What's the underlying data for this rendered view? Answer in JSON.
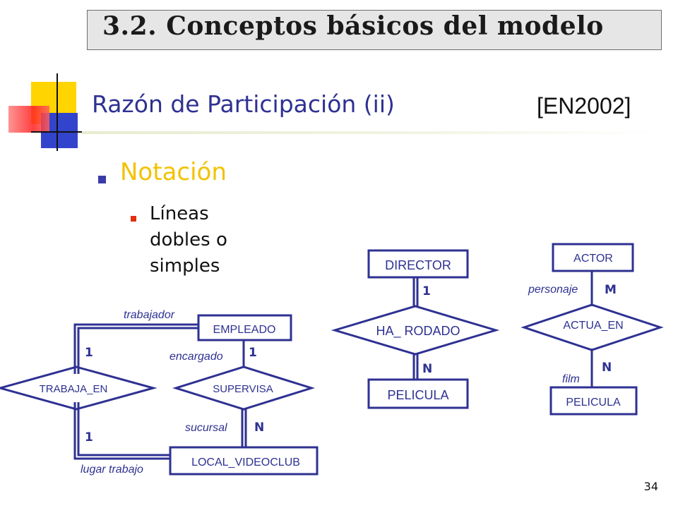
{
  "header": {
    "title": "3.2. Conceptos básicos del modelo",
    "subtitle": "Razón de Participación (ii)",
    "reference": "[EN2002]"
  },
  "content": {
    "bullet1": "Notación",
    "bullet2": "Líneas dobles o simples"
  },
  "diagram1": {
    "entity_empleado": "EMPLEADO",
    "entity_local": "LOCAL_VIDEOCLUB",
    "rel_trabaja": "TRABAJA_EN",
    "rel_supervisa": "SUPERVISA",
    "role_trabajador": "trabajador",
    "role_encargado": "encargado",
    "role_sucursal": "sucursal",
    "role_lugar": "lugar  trabajo",
    "card_trabaja_top": "1",
    "card_trabaja_bottom": "1",
    "card_supervisa_top": "1",
    "card_supervisa_bottom": "N"
  },
  "diagram2": {
    "entity_director": "DIRECTOR",
    "entity_pelicula": "PELICULA",
    "rel_ha_rodado": "HA_ RODADO",
    "card_top": "1",
    "card_bottom": "N"
  },
  "diagram3": {
    "entity_actor": "ACTOR",
    "entity_pelicula": "PELICULA",
    "rel_actua": "ACTUA_EN",
    "role_personaje": "personaje",
    "role_film": "film",
    "card_top": "M",
    "card_bottom": "N"
  },
  "page_number": "34",
  "colors": {
    "accent": "#2e3192",
    "bullet_yellow": "#f2c200",
    "bullet_red": "#e03010"
  }
}
